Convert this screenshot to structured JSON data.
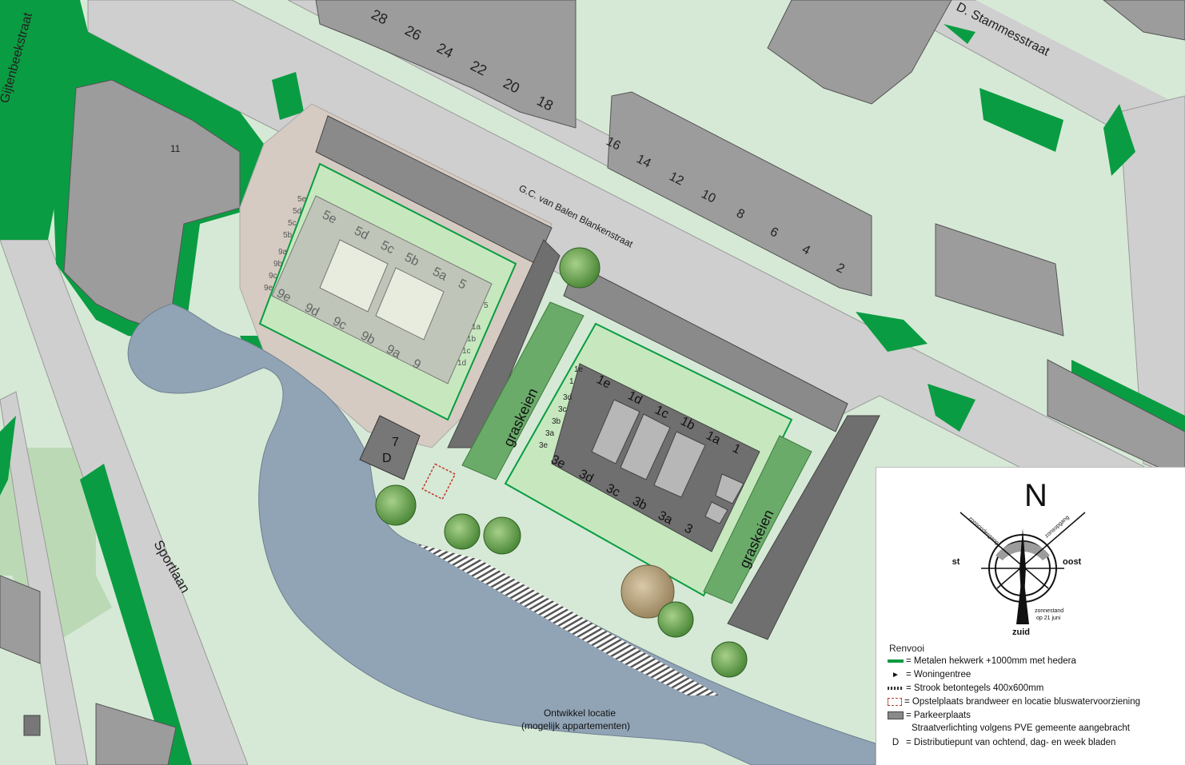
{
  "colors": {
    "ground": "#d6e9d6",
    "road": "#cfcfcf",
    "road_edge": "#9a9a9a",
    "green": "#0a9c42",
    "building": "#9c9c9c",
    "building_dark": "#6f6f6f",
    "water": "#91a4b5",
    "plaza": "#d5cbc2",
    "lot": "#c7e8bf",
    "parking": "#8a8a8a"
  },
  "streets": {
    "stammesstraat": "D. Stammesstraat",
    "gijtenbeekstraat": "Gijtenbeekstraat",
    "blankenstraat": "G.C. van Balen Blankenstraat",
    "sportlaan": "Sportlaan"
  },
  "buildings": {
    "block_11": "11",
    "distribution": {
      "number": "7",
      "letter": "D"
    },
    "north_row": [
      "28",
      "26",
      "24",
      "22",
      "20",
      "18"
    ],
    "east_row": [
      "16",
      "14",
      "12",
      "10",
      "8",
      "6",
      "4",
      "2"
    ]
  },
  "block_left": {
    "col_top": [
      "5e",
      "5d",
      "5c",
      "5b",
      "5a",
      "5"
    ],
    "col_bottom": [
      "9e",
      "9d",
      "9c",
      "9b",
      "9a",
      "9"
    ],
    "side_left": [
      "5e",
      "5d",
      "5c",
      "5b",
      "9a",
      "9b",
      "9c",
      "9e"
    ],
    "side_right": [
      "5",
      "1a",
      "1b",
      "1c",
      "1d"
    ]
  },
  "block_right": {
    "col_top": [
      "1e",
      "1d",
      "1c",
      "1b",
      "1a",
      "1"
    ],
    "col_bottom": [
      "3e",
      "3d",
      "3c",
      "3b",
      "3a",
      "3"
    ],
    "side_left": [
      "1e",
      "1",
      "3d",
      "3c",
      "3b",
      "3a",
      "3e"
    ]
  },
  "graskeien": "graskeien",
  "development": {
    "line1": "Ontwikkel locatie",
    "line2": "(mogelijk appartementen)"
  },
  "compass": {
    "n": "N",
    "west": "west",
    "oost": "oost",
    "zuid": "zuid",
    "sunset": "zonsondergang",
    "sunrise": "zonsopgang",
    "sun_line1": "zonnestand",
    "sun_line2": "op 21 juni"
  },
  "legend": {
    "title": "Renvooi",
    "items": [
      {
        "symbol": "green-bar",
        "text": "= Metalen hekwerk +1000mm met hedera"
      },
      {
        "symbol": "arrow",
        "text": "= Woningentree"
      },
      {
        "symbol": "hatched-strip",
        "text": "= Strook betontegels 400x600mm"
      },
      {
        "symbol": "red-dashed",
        "text": "= Opstelplaats brandweer en locatie bluswatervoorziening"
      },
      {
        "symbol": "grey-box",
        "text": "= Parkeerplaats"
      },
      {
        "symbol": "none",
        "text": "Straatverlichting volgens PVE gemeente aangebracht"
      },
      {
        "symbol": "D",
        "text": "= Distributiepunt van ochtend, dag- en week bladen"
      }
    ]
  }
}
